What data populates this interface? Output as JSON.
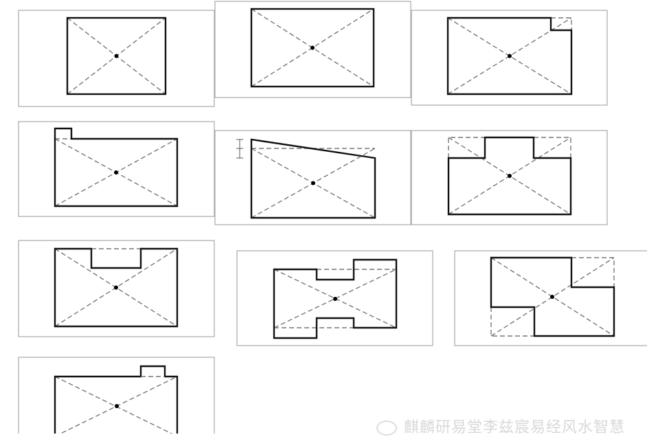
{
  "watermark": {
    "text": "麒麟研易堂李兹宸易经风水智慧",
    "icon": "wechat-icon"
  },
  "diagrams": [
    {
      "name": "rectangle"
    },
    {
      "name": "rectangle"
    },
    {
      "name": "missing-corner-top-right"
    },
    {
      "name": "protrusion-top-left"
    },
    {
      "name": "sloped-top"
    },
    {
      "name": "top-center-protrusion"
    },
    {
      "name": "top-center-notch"
    },
    {
      "name": "notched-both-sides"
    },
    {
      "name": "missing-opposite-corners"
    },
    {
      "name": "protrusion-top-right"
    }
  ]
}
